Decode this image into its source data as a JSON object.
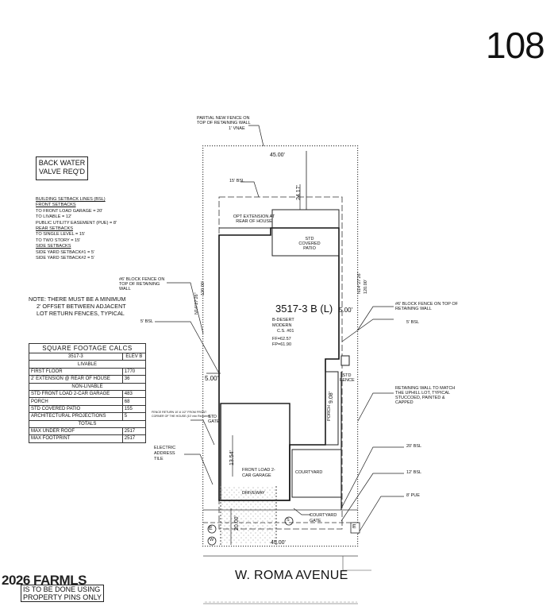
{
  "lot_number": "108",
  "back_water": {
    "line1": "BACK WATER",
    "line2": "VALVE REQ'D"
  },
  "setbacks": {
    "title": "BUILDING SETBACK LINES (BSL)",
    "front_title": "FRONT SETBACKS",
    "front_garage": "TO FRONT LOAD GARAGE = 20'",
    "front_livable": "TO LIVABLE = 12'",
    "pue": "PUBLIC UTILITY EASEMENT (PUE) = 8'",
    "rear_title": "REAR SETBACKS",
    "rear_single": "TO SINGLE LEVEL = 15'",
    "rear_two": "TO TWO STORY = 15'",
    "side_title": "SIDE SETBACKS",
    "side1": "SIDE YARD SETBACK#1 = 5'",
    "side2": "SIDE YARD SETBACK#2 = 5'"
  },
  "note": {
    "line1": "NOTE: THERE MUST BE A MINIMUM",
    "line2": "2' OFFSET BETWEEN ADJACENT",
    "line3": "LOT RETURN FENCES, TYPICAL"
  },
  "sqft": {
    "title": "SQUARE FOOTAGE CALCS",
    "plan": "3517-3",
    "elev": "ELEV B",
    "livable": "LIVABLE",
    "nonlivable": "NON-LIVABLE",
    "totals": "TOTALS",
    "rows_livable": [
      {
        "label": "FIRST FLOOR",
        "value": "1770"
      },
      {
        "label": "2' EXTENSION @ REAR OF HOUSE",
        "value": "36"
      }
    ],
    "rows_nonlivable": [
      {
        "label": "STD FRONT LOAD 2-CAR GARAGE",
        "value": "483"
      },
      {
        "label": "PORCH",
        "value": "68"
      },
      {
        "label": "STD COVERED PATIO",
        "value": "155"
      },
      {
        "label": "ARCHITECTURAL PROJECTIONS",
        "value": "5"
      }
    ],
    "rows_totals": [
      {
        "label": "MAX UNDER ROOF",
        "value": "2517"
      },
      {
        "label": "MAX FOOTPRINT",
        "value": "2517"
      }
    ]
  },
  "plan": {
    "fence_note_top": "PARTIAL NEW FENCE ON TOP OF RETAINING WALL",
    "fence_note_top2": "1' VNAE",
    "width_top": "45.00'",
    "width_bottom": "45.00'",
    "rear_bsl": "15' BSL",
    "rear_dim": "24.17'",
    "opt_ext": "OPT EXTENSION AT REAR OF HOUSE",
    "patio": "STD COVERED PATIO",
    "house_code": "3517-3 B (L)",
    "house_style": "B-DESERT MODERN",
    "house_cs": "C.S. #01",
    "ff": "FF=62.57",
    "fp": "FP=61.90",
    "left_bearing": "N14°27'26\"",
    "left_len": "120.00'",
    "right_bearing": "N14°27'26\"",
    "right_len": "120.00'",
    "block_fence_left": "#6' BLOCK FENCE ON TOP OF RETAINING WALL",
    "block_fence_right": "#6' BLOCK FENCE ON TOP OF RETAINING WALL",
    "bsl_left": "5' BSL",
    "bsl_right": "5' BSL",
    "side_dim_left": "5.00'",
    "side_dim_right": "5.00'",
    "std_fence": "STD FENCE",
    "porch": "PORCH",
    "porch_dim": "9.08'",
    "std_gate": "STD GATE",
    "retaining_right": "RETAINING WALL TO MATCH THE UPHILL LOT, TYPICAL STUCCOED, PAINTED & CAPPED",
    "fence_return": "FENCE RETURN 10'-6 1/2\" FROM FRONT CORNER OF THE HOUSE (10' min Required)",
    "electric": "ELECTRIC ADDRESS TILE",
    "garage_dim": "13.54'",
    "garage": "FRONT LOAD 2-CAR GARAGE",
    "courtyard": "COURTYARD",
    "bsl20": "20' BSL",
    "bsl12": "12' BSL",
    "pue8": "8' PUE",
    "driveway": "DRIVEWAY",
    "front_dim": "20.00'",
    "courtyard_gate": "COURTYARD GATE",
    "marker_e": "E",
    "marker_w": "W",
    "marker_s": "S",
    "marker_e2": "E",
    "street": "W. ROMA AVENUE"
  },
  "watermark": {
    "text": "2026 FARMLS",
    "line2": "IS TO BE DONE USING",
    "line3": "PROPERTY PINS ONLY"
  }
}
